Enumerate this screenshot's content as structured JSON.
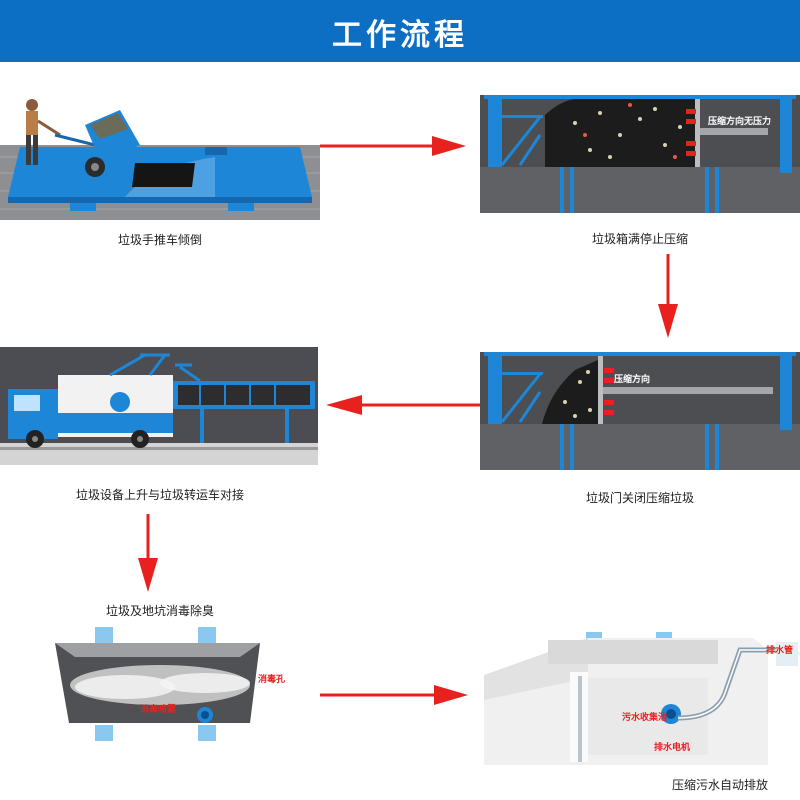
{
  "header": {
    "title": "工作流程"
  },
  "steps": [
    {
      "caption": "垃圾手推车倾倒"
    },
    {
      "caption": "垃圾箱满停止压缩",
      "label": "压缩方向无压力"
    },
    {
      "caption": "垃圾门关闭压缩垃圾",
      "label": "压缩方向"
    },
    {
      "caption": "垃圾设备上升与垃圾转运车对接"
    },
    {
      "caption": "垃圾及地坑消毒除臭",
      "labels": [
        "消毒孔",
        "消毒喷雾"
      ]
    },
    {
      "caption": "压缩污水自动排放",
      "labels": [
        "排水管",
        "污水收集池",
        "排水电机"
      ]
    }
  ],
  "colors": {
    "header": "#0c6fc4",
    "equipment": "#1e86d6",
    "arrow": "#e8211e"
  }
}
